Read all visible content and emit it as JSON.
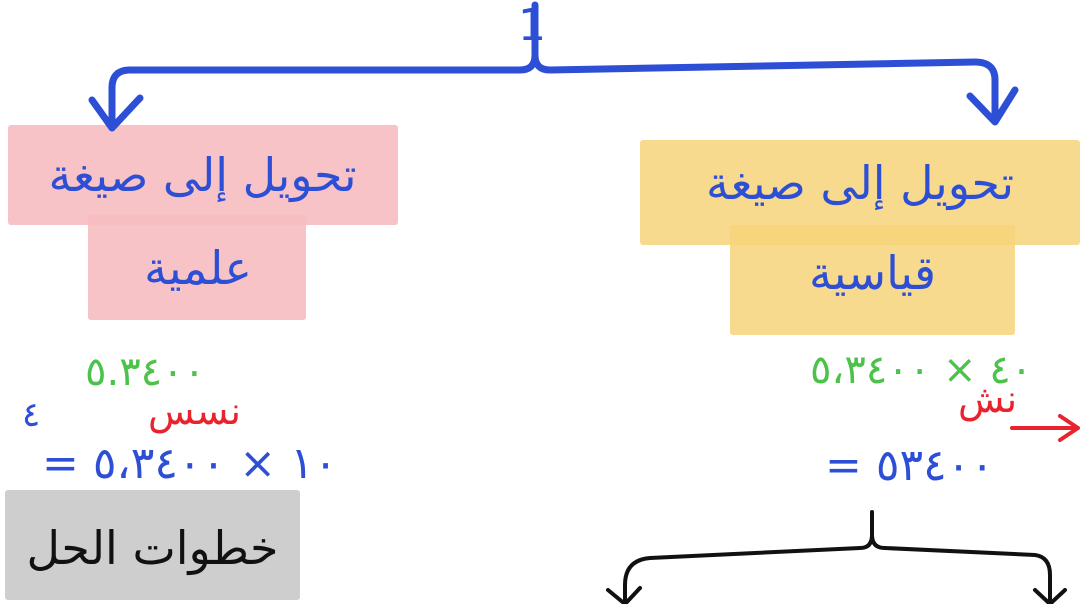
{
  "colors": {
    "pen_blue": "#2d4fd6",
    "highlight_pink": "#f6bcc0",
    "highlight_yellow": "#f7d37a",
    "highlight_gray": "#c9c9c9",
    "green": "#4cc24a",
    "red": "#e8232f"
  },
  "top": {
    "number": "1"
  },
  "right": {
    "title_line1": "تحويل إلى صيغة",
    "title_line2": "قياسية",
    "calc_given": "٤٠ × ٥،٣٤٠٠",
    "calc_step": "نش",
    "calc_result": "٥٣٤٠٠ ="
  },
  "left": {
    "title_line1": "تحويل إلى صيغة",
    "title_line2": "علمية",
    "calc_given": "٥.٣٤٠٠",
    "calc_step": "نسس",
    "calc_exponent": "٤",
    "calc_result": "١٠ × ٥،٣٤٠٠ ="
  },
  "bottom_left": {
    "label": "خطوات الحل"
  }
}
